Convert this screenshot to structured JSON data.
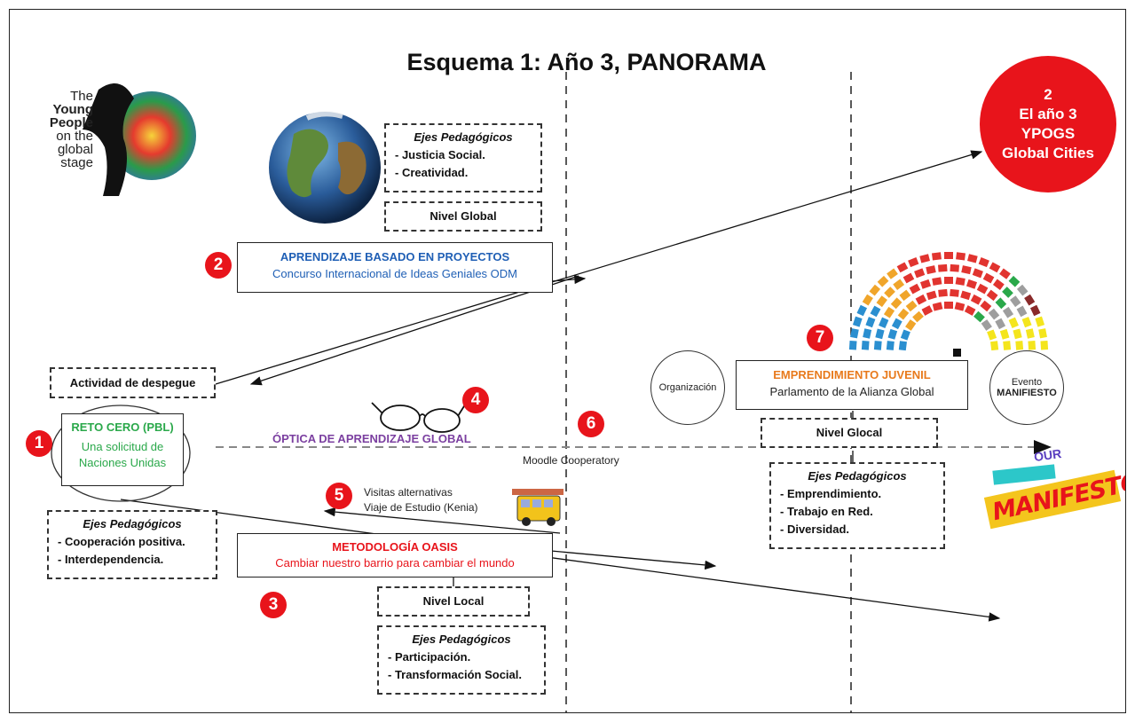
{
  "title": "Esquema 1: Año 3, PANORAMA",
  "logo": {
    "line1": "The",
    "line2": "Young",
    "line3": "People",
    "line4": "on the",
    "line5": "global",
    "line6": "stage"
  },
  "red_circle": {
    "line1": "2",
    "line2": "El año 3",
    "line3": "YPOGS",
    "line4": "Global Cities"
  },
  "ejes_global": {
    "title": "Ejes Pedagógicos",
    "items": [
      "- Justicia Social.",
      "- Creatividad."
    ]
  },
  "nivel_global": "Nivel Global",
  "aprendizaje": {
    "title": "APRENDIZAJE BASADO EN PROYECTOS",
    "subtitle": "Concurso Internacional de Ideas Geniales ODM"
  },
  "actividad": "Actividad de despegue",
  "reto": {
    "title": "RETO CERO (PBL)",
    "line1": "Una solicitud de",
    "line2": "Naciones Unidas"
  },
  "optica": "ÓPTICA DE APRENDIZAJE GLOBAL",
  "moodle": "Moodle Cooperatory",
  "visitas": {
    "line1": "Visitas alternativas",
    "line2": "Viaje de Estudio (Kenia)"
  },
  "ejes_reto": {
    "title": "Ejes Pedagógicos",
    "items": [
      "- Cooperación positiva.",
      "- Interdependencia."
    ]
  },
  "oasis": {
    "title": "METODOLOGÍA OASIS",
    "subtitle": "Cambiar nuestro barrio para cambiar el mundo"
  },
  "nivel_local": "Nivel Local",
  "ejes_local": {
    "title": "Ejes Pedagógicos",
    "items": [
      "- Participación.",
      "- Transformación Social."
    ]
  },
  "organizacion": "Organización",
  "evento": {
    "line1": "Evento",
    "line2": "MANIFIESTO"
  },
  "emprendimiento": {
    "title": "EMPRENDIMIENTO JUVENIL",
    "subtitle": "Parlamento de la Alianza Global"
  },
  "nivel_glocal": "Nivel Glocal",
  "ejes_glocal": {
    "title": "Ejes Pedagógicos",
    "items": [
      "- Emprendimiento.",
      "- Trabajo en Red.",
      "- Diversidad."
    ]
  },
  "manifesto": {
    "top": "OUR",
    "main": "MANIFESTO"
  },
  "numbers": {
    "n1": "1",
    "n2": "2",
    "n3": "3",
    "n4": "4",
    "n5": "5",
    "n6": "6",
    "n7": "7"
  },
  "colors": {
    "red": "#e8141b",
    "blue": "#1f5fb5",
    "green": "#2aa84a",
    "purple": "#7b3fa0",
    "orange": "#e87a1c"
  }
}
